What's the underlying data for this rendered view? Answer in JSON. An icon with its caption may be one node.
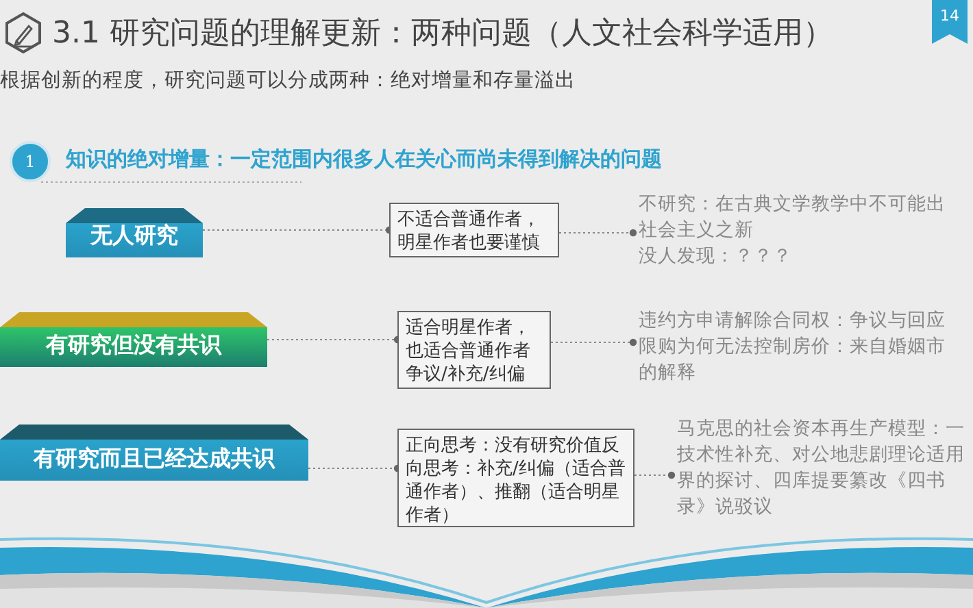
{
  "diagram": {
    "title": "3.1 研究问题的理解更新：两种问题（人文社会科学适用）",
    "nodes": [
      {
        "text": [
          "无人研究"
        ]
      },
      {
        "text": [
          "不适合普通作者，明星作者也要谨慎"
        ]
      },
      {
        "text": [
          "不研究：在古典文学教学中不可能出",
          "社会主义之新",
          "没人发现：？？？"
        ]
      },
      {
        "text": [
          "有研究但没有共识"
        ]
      },
      {
        "text": [
          "适合明星作者，也适合普通作者争议/补充/纠偏"
        ]
      },
      {
        "text": [
          "违约方申请解除合同权：争议与回应",
          "限购为何无法控制房价：来自婚姻市",
          "的解释"
        ]
      },
      {
        "text": [
          "有研究而且已经达成共识"
        ]
      },
      {
        "text": [
          "正向思考：没有研究价值反向思考：补充/纠偏（适合普通作者）、推翻（适合明星作者）"
        ]
      },
      {
        "text": [
          "马克思的社会资本再生产模型：一",
          "技术性补充、对公地悲剧理论适用",
          "界的探讨、四库提要纂改《四书",
          "录》说驳议"
        ]
      }
    ],
    "edges": [
      {
        "from": 0,
        "to": 1,
        "arrow": "other"
      },
      {
        "from": 1,
        "to": 2,
        "arrow": "other"
      },
      {
        "from": 3,
        "to": 4,
        "arrow": "other"
      },
      {
        "from": 4,
        "to": 5,
        "arrow": "other"
      },
      {
        "from": 6,
        "to": 7,
        "arrow": "other"
      },
      {
        "from": 7,
        "to": 8,
        "arrow": "other"
      }
    ],
    "labels": [
      "14",
      "根据创新的程度，研究问题可以分成两种：绝对增量和存量溢出",
      "1",
      "知识的绝对增量：一定范围内很多人在关心而尚未得到解决的问题"
    ]
  }
}
